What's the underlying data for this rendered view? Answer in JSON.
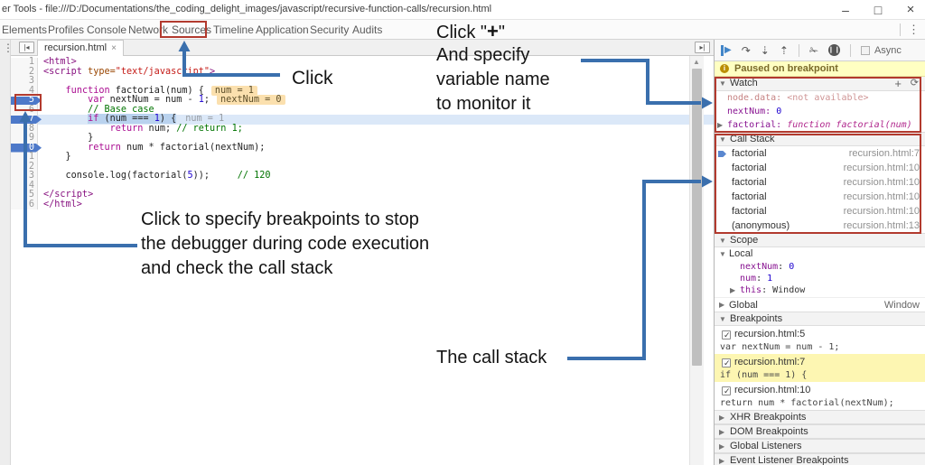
{
  "window": {
    "title": "er Tools - file:///D:/Documentations/the_coding_delight_images/javascript/recursive-function-calls/recursion.html",
    "controls": {
      "minimize": "–",
      "maximize": "□",
      "close": "×"
    }
  },
  "devtools_toolbar": {
    "tabs": [
      "Elements",
      "Profiles",
      "Console",
      "Network",
      "Sources",
      "Timeline",
      "Application",
      "Security",
      "Audits"
    ],
    "active_tab": "Sources",
    "menu_icon": "⋮"
  },
  "editor": {
    "file_tab": {
      "label": "recursion.html",
      "close": "×"
    },
    "lines": [
      {
        "n": "1",
        "seg": [
          [
            "tag",
            "<html>"
          ]
        ]
      },
      {
        "n": "2",
        "seg": [
          [
            "tag",
            "<script "
          ],
          [
            "attr",
            "type="
          ],
          [
            "str",
            "\"text/javascript\""
          ],
          [
            "tag",
            ">"
          ]
        ]
      },
      {
        "n": "3",
        "seg": []
      },
      {
        "n": "4",
        "seg": [
          [
            "pl",
            "    "
          ],
          [
            "kw",
            "function"
          ],
          [
            "pl",
            " factorial(num) {"
          ]
        ],
        "hint": "num = 1"
      },
      {
        "n": "5",
        "bp": true,
        "seg": [
          [
            "pl",
            "        "
          ],
          [
            "kw",
            "var"
          ],
          [
            "pl",
            " nextNum = num - "
          ],
          [
            "num",
            "1"
          ],
          [
            "pl",
            ";"
          ]
        ],
        "hint": "nextNum = 0"
      },
      {
        "n": "6",
        "seg": [
          [
            "pl",
            "        "
          ],
          [
            "cm",
            "// Base case"
          ]
        ]
      },
      {
        "n": "7",
        "bp": true,
        "cur": true,
        "ind": "        ",
        "seg": [
          [
            "kw",
            "if"
          ],
          [
            "pl",
            " (num === "
          ],
          [
            "num",
            "1"
          ],
          [
            "pl",
            ") {"
          ]
        ],
        "ghost": "num = 1"
      },
      {
        "n": "8",
        "seg": [
          [
            "pl",
            "            "
          ],
          [
            "kw",
            "return"
          ],
          [
            "pl",
            " num; "
          ],
          [
            "cm",
            "// return 1;"
          ]
        ]
      },
      {
        "n": "9",
        "seg": [
          [
            "pl",
            "        }"
          ]
        ]
      },
      {
        "n": "0",
        "bp": true,
        "seg": [
          [
            "pl",
            "        "
          ],
          [
            "kw",
            "return"
          ],
          [
            "pl",
            " num * factorial(nextNum);"
          ]
        ]
      },
      {
        "n": "1",
        "seg": [
          [
            "pl",
            "    }"
          ]
        ]
      },
      {
        "n": "2",
        "seg": []
      },
      {
        "n": "3",
        "seg": [
          [
            "pl",
            "    console.log(factorial("
          ],
          [
            "num",
            "5"
          ],
          [
            "pl",
            "));     "
          ],
          [
            "cm",
            "// 120"
          ]
        ]
      },
      {
        "n": "4",
        "seg": []
      },
      {
        "n": "5",
        "seg": [
          [
            "tag",
            "</script>"
          ]
        ]
      },
      {
        "n": "6",
        "seg": [
          [
            "tag",
            "</html>"
          ]
        ]
      }
    ]
  },
  "debugger": {
    "async_label": "Async",
    "paused_message": "Paused on breakpoint",
    "watch": {
      "title": "Watch",
      "add_icon": "+",
      "refresh_icon": "⟳",
      "items": [
        {
          "name": "node.data:",
          "value": "<not available>",
          "vtype": "error",
          "expandable": false
        },
        {
          "name": "nextNum:",
          "value": "0",
          "vtype": "number",
          "expandable": false
        },
        {
          "name": "factorial:",
          "value": "function factorial(num)",
          "vtype": "function",
          "expandable": true
        }
      ]
    },
    "call_stack": {
      "title": "Call Stack",
      "frames": [
        {
          "fn": "factorial",
          "loc": "recursion.html:7",
          "active": true
        },
        {
          "fn": "factorial",
          "loc": "recursion.html:10",
          "active": false
        },
        {
          "fn": "factorial",
          "loc": "recursion.html:10",
          "active": false
        },
        {
          "fn": "factorial",
          "loc": "recursion.html:10",
          "active": false
        },
        {
          "fn": "factorial",
          "loc": "recursion.html:10",
          "active": false
        },
        {
          "fn": "(anonymous)",
          "loc": "recursion.html:13",
          "active": false
        }
      ]
    },
    "scope": {
      "title": "Scope",
      "local_label": "Local",
      "locals": [
        {
          "name": "nextNum",
          "value": "0"
        },
        {
          "name": "num",
          "value": "1"
        }
      ],
      "this_name": "this",
      "this_value": "Window",
      "global_label": "Global",
      "global_value": "Window"
    },
    "breakpoints": {
      "title": "Breakpoints",
      "items": [
        {
          "label": "recursion.html:5",
          "code": "var nextNum = num - 1;",
          "checked": true,
          "active": false
        },
        {
          "label": "recursion.html:7",
          "code": "if (num === 1) {",
          "checked": true,
          "active": true
        },
        {
          "label": "recursion.html:10",
          "code": "return num * factorial(nextNum);",
          "checked": true,
          "active": false
        }
      ]
    },
    "collapsed_sections": [
      "XHR Breakpoints",
      "DOM Breakpoints",
      "Global Listeners",
      "Event Listener Breakpoints"
    ]
  },
  "annotations": {
    "click_plus_pre": "Click \"",
    "click_plus_sign": "+",
    "click_plus_post": "\"",
    "watch_note_lines": [
      "And specify",
      "variable name",
      "to monitor it"
    ],
    "click_label": "Click",
    "breakpoint_note_lines": [
      "Click to specify breakpoints to stop",
      "the debugger during code execution",
      "and check the call stack"
    ],
    "call_stack_label": "The call stack"
  },
  "colors": {
    "arrow": "#3a6fad",
    "annotation_box": "#b23a2e",
    "breakpoint_blue": "#4d79c9",
    "exec_line_bg": "#dbe8f8",
    "paused_bg": "#ffffc2"
  }
}
